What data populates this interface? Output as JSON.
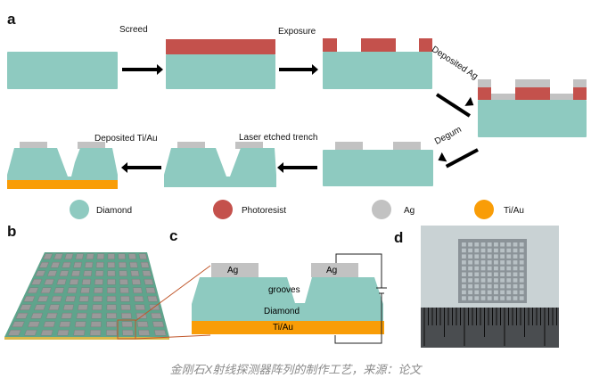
{
  "panels": {
    "a": "a",
    "b": "b",
    "c": "c",
    "d": "d"
  },
  "process_steps": {
    "screed": "Screed",
    "exposure": "Exposure",
    "deposited_ag": "Deposited Ag",
    "degum": "Degum",
    "laser_etched_trench": "Laser etched trench",
    "deposited_tiau": "Deposited Ti/Au"
  },
  "legend": [
    {
      "label": "Diamond",
      "color": "#8ecac0"
    },
    {
      "label": "Photoresist",
      "color": "#c4514c"
    },
    {
      "label": "Ag",
      "color": "#c2c2c2"
    },
    {
      "label": "Ti/Au",
      "color": "#f99d07"
    }
  ],
  "cross_section": {
    "ag_left": "Ag",
    "ag_right": "Ag",
    "grooves": "grooves",
    "diamond": "Diamond",
    "tiau": "Ti/Au"
  },
  "array": {
    "rows": 10,
    "cols": 10
  },
  "caption": "金刚石X射线探测器阵列的制作工艺，来源：论文"
}
